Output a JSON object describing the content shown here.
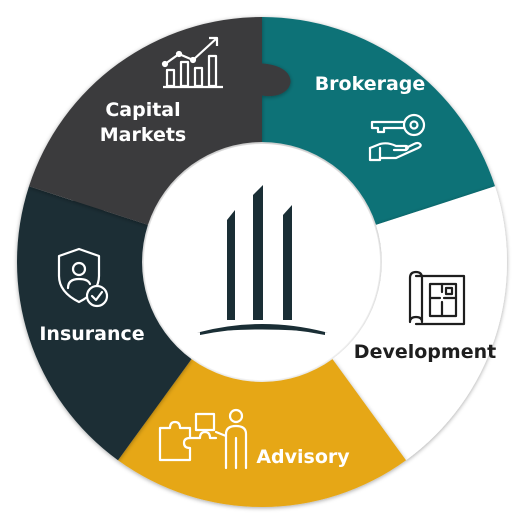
{
  "diagram": {
    "segments": [
      {
        "key": "brokerage",
        "label": "Brokerage",
        "color": "#0f7277",
        "text_color": "#ffffff",
        "icon": "key-in-hand-icon"
      },
      {
        "key": "development",
        "label": "Development",
        "color": "#ffffff",
        "text_color": "#1e1e1e",
        "icon": "blueprint-icon"
      },
      {
        "key": "advisory",
        "label": "Advisory",
        "color": "#e6a716",
        "text_color": "#ffffff",
        "icon": "puzzle-person-icon"
      },
      {
        "key": "insurance",
        "label": "Insurance",
        "color": "#1a2e35",
        "text_color": "#ffffff",
        "icon": "shield-person-icon"
      },
      {
        "key": "capital_markets",
        "label": "Capital\nMarkets",
        "color": "#3b3b3d",
        "text_color": "#ffffff",
        "icon": "bar-chart-growth-icon"
      }
    ],
    "center_logo": {
      "icon": "buildings-logo-icon",
      "color": "#1a2e35"
    }
  }
}
